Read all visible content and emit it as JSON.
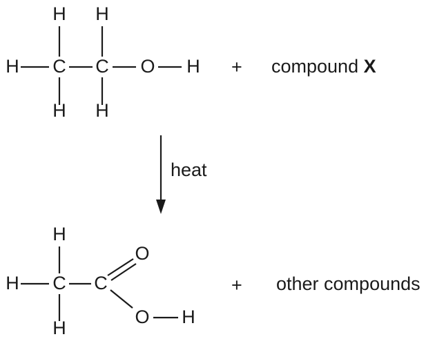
{
  "reactant": {
    "atoms": {
      "h": "H",
      "c": "C",
      "o": "O"
    },
    "plus": "+",
    "partner_prefix": "compound",
    "partner_name": "X"
  },
  "condition": {
    "label": "heat"
  },
  "product": {
    "atoms": {
      "h": "H",
      "c": "C",
      "o": "O"
    },
    "plus": "+",
    "other": "other compounds"
  }
}
